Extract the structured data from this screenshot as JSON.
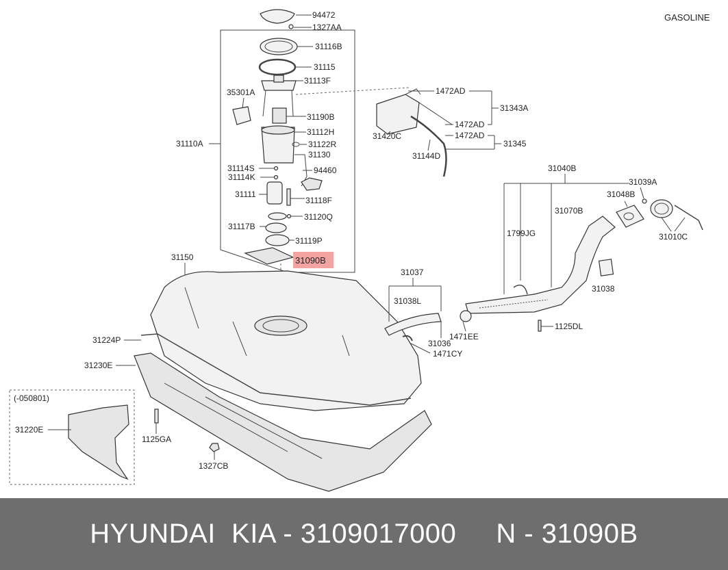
{
  "header": {
    "fuel_type": "GASOLINE"
  },
  "highlight_color": "#f4a3a3",
  "callouts": {
    "p94472": "94472",
    "p1327AA": "1327AA",
    "p31116B": "31116B",
    "p31115": "31115",
    "p31113F": "31113F",
    "p35301A": "35301A",
    "p31190B": "31190B",
    "p31112H": "31112H",
    "p31122R": "31122R",
    "p31130": "31130",
    "p31110A": "31110A",
    "p31114S": "31114S",
    "p94460": "94460",
    "p31114K": "31114K",
    "p31111": "31111",
    "p31118F": "31118F",
    "p31120Q": "31120Q",
    "p31117B": "31117B",
    "p31119P": "31119P",
    "p31090B": "31090B",
    "p1472AD_1": "1472AD",
    "p31343A": "31343A",
    "p31420C": "31420C",
    "p1472AD_2": "1472AD",
    "p1472AD_3": "1472AD",
    "p31345": "31345",
    "p31144D": "31144D",
    "p31040B": "31040B",
    "p31039A": "31039A",
    "p31048B": "31048B",
    "p31070B": "31070B",
    "p1799JG": "1799JG",
    "p31010C": "31010C",
    "p31038": "31038",
    "p31150": "31150",
    "p31037": "31037",
    "p31038L": "31038L",
    "p1125DL": "1125DL",
    "p1471EE": "1471EE",
    "p31036": "31036",
    "p1471CY": "1471CY",
    "p31224P": "31224P",
    "p31230E": "31230E",
    "p050801": "(-050801)",
    "p31220E": "31220E",
    "p1125GA": "1125GA",
    "p1327CB": "1327CB"
  },
  "footer": {
    "text": "HYUNDAI  KIA - 3109017000     N - 31090B"
  }
}
